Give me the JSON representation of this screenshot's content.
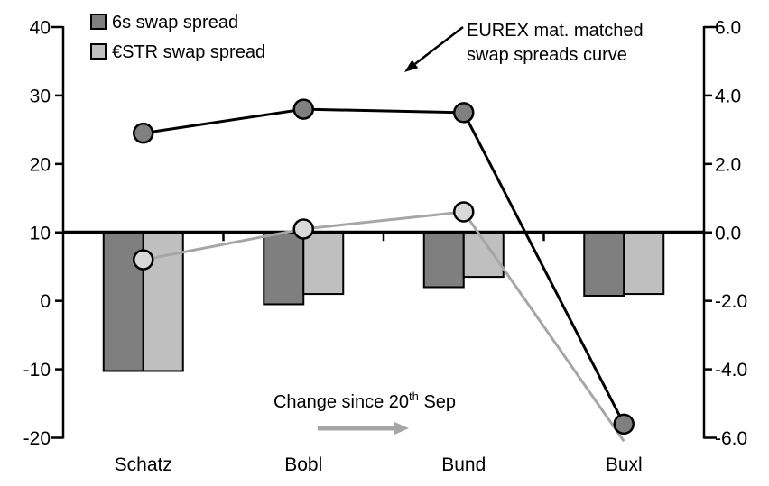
{
  "chart_data": {
    "type": "combo-bar-line",
    "title": "",
    "categories": [
      "Schatz",
      "Bobl",
      "Bund",
      "Buxl"
    ],
    "axes": {
      "left": {
        "min": -20,
        "max": 40,
        "tick_labels": [
          "40",
          "30",
          "20",
          "10",
          "0",
          "-10",
          "-20"
        ],
        "tick_values": [
          40,
          30,
          20,
          10,
          0,
          -10,
          -20
        ],
        "baseline_value": 10
      },
      "right": {
        "min": -6.0,
        "max": 6.0,
        "tick_labels": [
          "6.0",
          "4.0",
          "2.0",
          "0.0",
          "-2.0",
          "-4.0",
          "-6.0"
        ],
        "tick_values": [
          6,
          4,
          2,
          0,
          -2,
          -4,
          -6
        ]
      }
    },
    "line_series": [
      {
        "key": "estr-swap-spread",
        "name": "€STR swap spread",
        "axis": "left",
        "color": "#a6a6a6",
        "marker_fill": "#d9d9d9",
        "values": [
          6,
          10.5,
          13,
          -20.5
        ],
        "last_marker": false
      },
      {
        "key": "6s-swap-spread",
        "name": "6s swap spread",
        "axis": "left",
        "color": "#000000",
        "marker_fill": "#808080",
        "values": [
          24.5,
          28,
          27.5,
          -18
        ],
        "last_marker": true
      }
    ],
    "bar_series": [
      {
        "key": "6s-change",
        "name": "6s swap spread",
        "axis": "right",
        "fill": "#7f7f7f",
        "values": [
          -4.05,
          -2.1,
          -1.6,
          -1.85
        ]
      },
      {
        "key": "estr-change",
        "name": "€STR swap spread",
        "axis": "right",
        "fill": "#bfbfbf",
        "values": [
          -4.05,
          -1.8,
          -1.3,
          -1.8
        ]
      }
    ],
    "legend": {
      "position": "top-left",
      "items": [
        {
          "key": "6s",
          "label": "6s swap spread",
          "fill": "#7f7f7f"
        },
        {
          "key": "estr",
          "label": "€STR swap spread",
          "fill": "#bfbfbf"
        }
      ]
    },
    "annotations": {
      "curve_label": {
        "line1": "EUREX mat. matched",
        "line2": "swap spreads curve",
        "arrow_color": "#000000"
      },
      "change_label": {
        "prefix": "Change since 20",
        "superscript": "th",
        "suffix": " Sep",
        "arrow_color": "#a6a6a6"
      }
    },
    "colors": {
      "background": "#ffffff",
      "axis": "#000000",
      "bar_outline": "#000000",
      "bar_dark": "#7f7f7f",
      "bar_light": "#bfbfbf",
      "line_black": "#000000",
      "line_gray": "#a6a6a6",
      "marker_dark": "#808080",
      "marker_light": "#d9d9d9"
    },
    "grid": false
  }
}
